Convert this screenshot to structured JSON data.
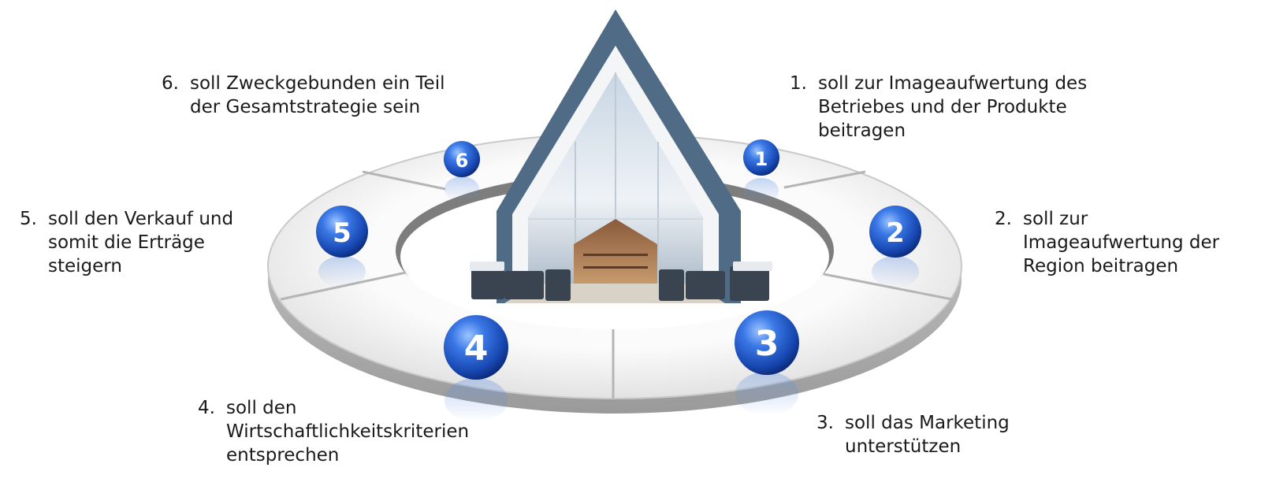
{
  "items": [
    {
      "number": "1.",
      "text": "soll zur Imageaufwertung des\nBetriebes und der Produkte\nbeitragen"
    },
    {
      "number": "2.",
      "text": "soll zur\nImageaufwertung der\nRegion beitragen"
    },
    {
      "number": "3.",
      "text": "soll das Marketing\nunterstützen"
    },
    {
      "number": "4.",
      "text": "soll den\nWirtschaftlichkeitskriterien\nentsprechen"
    },
    {
      "number": "5.",
      "text": "soll den Verkauf und\nsomit die Erträge\nsteigern"
    },
    {
      "number": "6.",
      "text": "soll Zweckgebunden ein Teil\nder Gesamtstrategie sein"
    }
  ],
  "spheres": [
    "1",
    "2",
    "3",
    "4",
    "5",
    "6"
  ],
  "colors": {
    "sphere": "#1f56c8",
    "ring": "#e6e6e6",
    "house_frame": "#4f6b86"
  }
}
